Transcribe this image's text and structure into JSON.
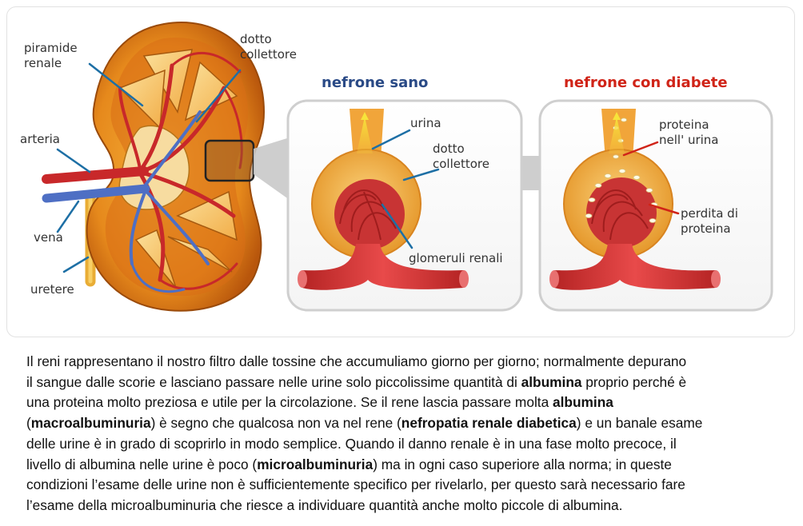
{
  "colors": {
    "title_healthy": "#2a4a86",
    "title_diabetic": "#d02418",
    "arrow": "#1d6fa5"
  },
  "diagram": {
    "kidney_labels": {
      "piramide": "piramide\nrenale",
      "dotto": "dotto\ncollettore",
      "arteria": "arteria",
      "vena": "vena",
      "uretere": "uretere"
    },
    "healthy": {
      "title": "nefrone sano",
      "urina": "urina",
      "dotto": "dotto\ncollettore",
      "glomeruli": "glomeruli renali"
    },
    "diabetic": {
      "title": "nefrone con diabete",
      "proteina": "proteina\nnell' urina",
      "perdita": "perdita di\nproteina"
    }
  },
  "text": {
    "lines": [
      [
        {
          "t": "Il reni rappresentano il nostro filtro dalle tossine che accumuliamo giorno per giorno; normalmente depurano"
        }
      ],
      [
        {
          "t": "il sangue dalle scorie e lasciano passare nelle urine solo piccolissime quantità di "
        },
        {
          "t": "albumina",
          "b": true
        },
        {
          "t": "  proprio perché è"
        }
      ],
      [
        {
          "t": "una proteina molto preziosa e utile per la circolazione. Se il rene lascia passare molta "
        },
        {
          "t": "albumina",
          "b": true
        }
      ],
      [
        {
          "t": "("
        },
        {
          "t": "macroalbuminuria",
          "b": true
        },
        {
          "t": ")   è segno che qualcosa non va nel rene ("
        },
        {
          "t": "nefropatia renale diabetica",
          "b": true
        },
        {
          "t": ") e un banale esame"
        }
      ],
      [
        {
          "t": "delle urine è in grado di scoprirlo in modo semplice. Quando il danno renale è in una fase molto precoce, il"
        }
      ],
      [
        {
          "t": "livello di albumina nelle urine è poco ("
        },
        {
          "t": "microalbuminuria",
          "b": true
        },
        {
          "t": ")  ma in ogni caso superiore alla norma; in queste"
        }
      ],
      [
        {
          "t": "condizioni l’esame delle urine non è sufficientemente specifico per rivelarlo, per questo sarà necessario fare"
        }
      ],
      [
        {
          "t": "l’esame della microalbuminuria che riesce a individuare  quantità anche molto piccole di albumina."
        }
      ]
    ]
  }
}
